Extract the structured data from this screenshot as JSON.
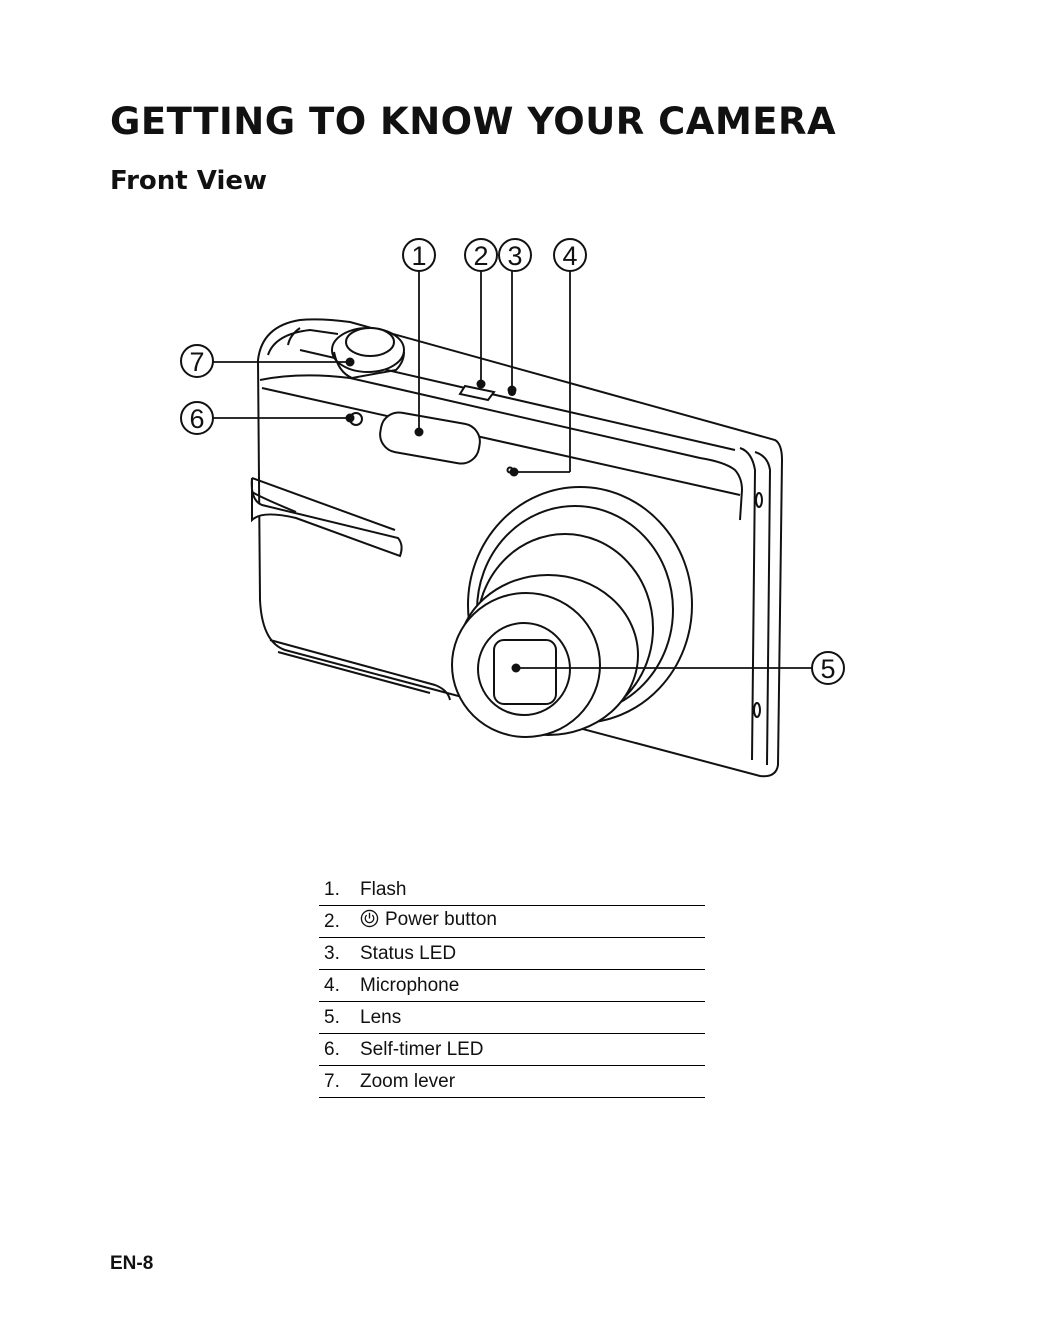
{
  "page": {
    "title": "GETTING TO KNOW YOUR CAMERA",
    "subtitle": "Front View",
    "page_number": "EN-8"
  },
  "figure": {
    "callouts": [
      "1",
      "2",
      "3",
      "4",
      "5",
      "6",
      "7"
    ]
  },
  "legend": [
    {
      "num": "1.",
      "label": "Flash",
      "icon": ""
    },
    {
      "num": "2.",
      "label": "Power button",
      "icon": "power-icon"
    },
    {
      "num": "3.",
      "label": "Status LED",
      "icon": ""
    },
    {
      "num": "4.",
      "label": "Microphone",
      "icon": ""
    },
    {
      "num": "5.",
      "label": "Lens",
      "icon": ""
    },
    {
      "num": "6.",
      "label": "Self-timer LED",
      "icon": ""
    },
    {
      "num": "7.",
      "label": "Zoom lever",
      "icon": ""
    }
  ]
}
